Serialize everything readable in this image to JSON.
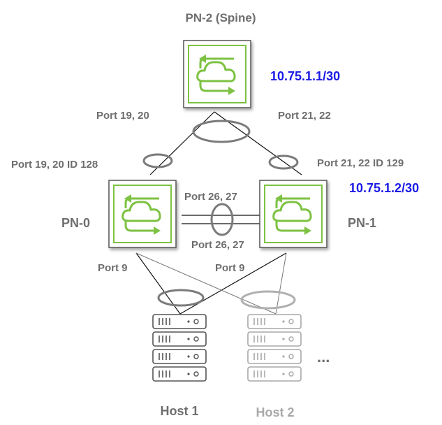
{
  "switches": {
    "spine": {
      "title": "PN-2 (Spine)",
      "ip": "10.75.1.1/30"
    },
    "pn0": {
      "title": "PN-0"
    },
    "pn1": {
      "title": "PN-1",
      "ip": "10.75.1.2/30"
    }
  },
  "ports": {
    "spine_left": "Port 19, 20",
    "spine_right": "Port 21, 22",
    "pn0_uplink": "Port 19, 20 ID 128",
    "pn1_uplink": "Port 21, 22 ID 129",
    "isl_top": "Port 26, 27",
    "isl_bottom": "Port 26, 27",
    "pn0_host": "Port 9",
    "pn1_host": "Port 9"
  },
  "hosts": {
    "host1": "Host 1",
    "host2": "Host 2",
    "more": "..."
  },
  "colors": {
    "ip_text": "#1a1ae6",
    "label_text": "#6e6e6e",
    "host2_text": "#a8a8a8",
    "cloud_green": "#7dc242",
    "switch_border": "#555555"
  },
  "icons": {
    "switch": "cloud-switch-icon",
    "host": "server-rack-icon"
  }
}
